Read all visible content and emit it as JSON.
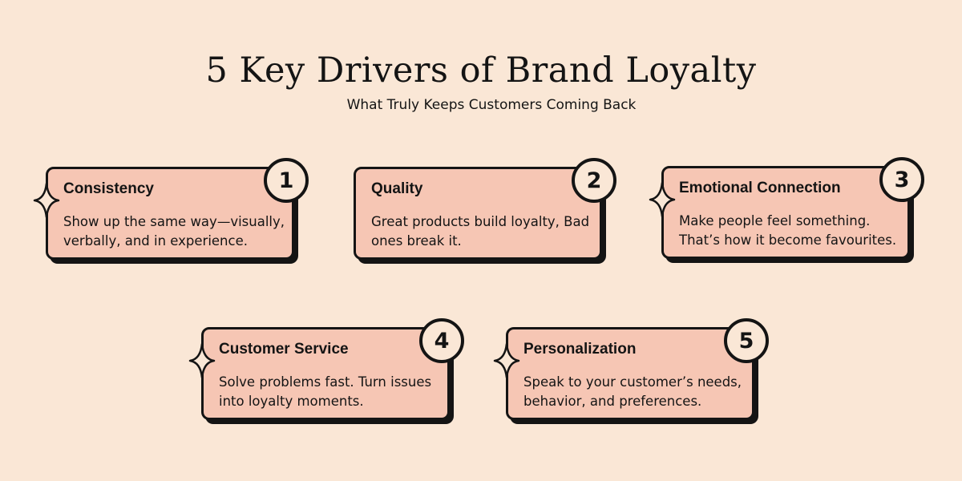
{
  "header": {
    "title": "5 Key Drivers of Brand Loyalty",
    "subtitle": "What Truly Keeps Customers Coming Back"
  },
  "drivers": [
    {
      "number": "1",
      "title": "Consistency",
      "text": "Show up the same way—visually, verbally, and in experience."
    },
    {
      "number": "2",
      "title": "Quality",
      "text": "Great products build loyalty, Bad ones break it."
    },
    {
      "number": "3",
      "title": "Emotional Connection",
      "text": "Make people feel something. That’s how it become favourites."
    },
    {
      "number": "4",
      "title": "Customer Service",
      "text": "Solve problems fast. Turn issues into loyalty moments."
    },
    {
      "number": "5",
      "title": "Personalization",
      "text": "Speak to your customer’s needs, behavior, and preferences."
    }
  ],
  "colors": {
    "background": "#fae7d6",
    "card_fill": "#f6c6b4",
    "ink": "#141414"
  },
  "icons": {
    "sparkle": "four-point-sparkle-icon"
  }
}
